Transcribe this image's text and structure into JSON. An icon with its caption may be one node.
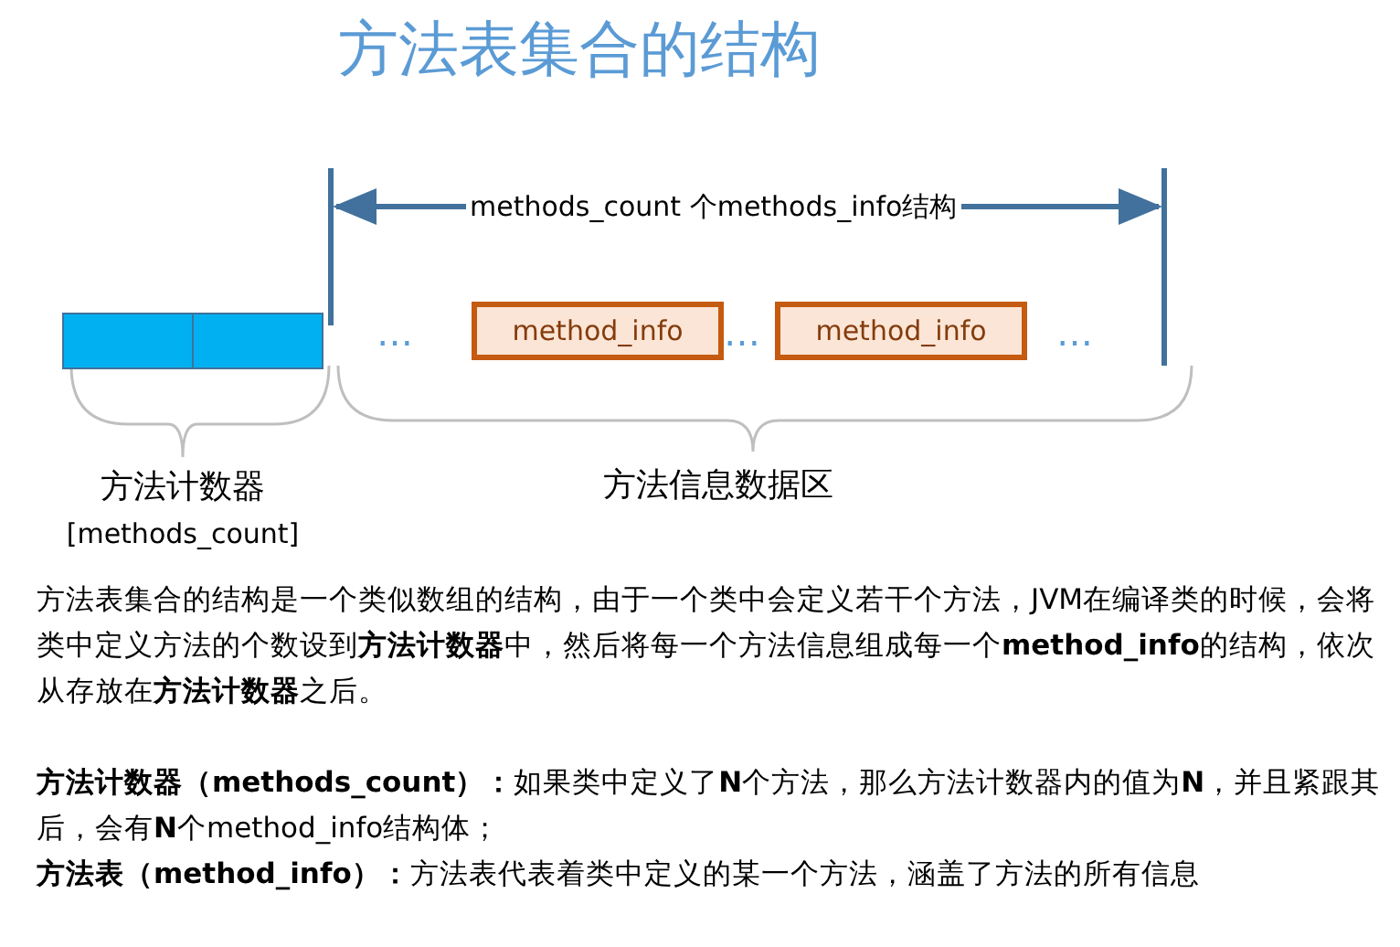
{
  "diagram": {
    "title": "方法表集合的结构",
    "nodes": [
      {
        "text": [],
        "shape": "bar",
        "beside": [
          "方法计数器",
          "[methods_count]"
        ]
      },
      {
        "text": [
          "method_info"
        ]
      },
      {
        "text": [
          "method_info"
        ]
      }
    ],
    "labels": [
      "methods_count 个methods_info结构",
      "…",
      "…",
      "…",
      "方法信息数据区",
      "方法表集合的结构是一个类似数组的结构，由于一个类中会定义若干个方法，JVM在编译类的时候，会将类中定义方法的个数设到**方法计数器**中，然后将每一个方法信息组成每一个**method_info**的结构，依次从存放在**方法计数器**之后。",
      "**方法计数器（methods_count）：**如果类中定义了**N**个方法，那么方法计数器内的值为**N**，并且紧跟其后，会有**N**个method_info结构体；",
      "**方法表（method_info）：**方法表代表着类中定义的某一个方法，涵盖了方法的所有信息"
    ]
  }
}
